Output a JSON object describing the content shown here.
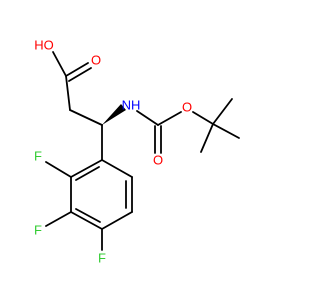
{
  "molecule": {
    "colors": {
      "bond": "#000000",
      "oxygen": "#ff0000",
      "nitrogen": "#0000ff",
      "fluorine": "#33cc33",
      "background": "#ffffff"
    },
    "atoms": {
      "acid_oh": "HO",
      "acid_carbonyl_o": "O",
      "amine_nh": "NH",
      "carbamate_ester_o": "O",
      "carbamate_carbonyl_o": "O",
      "fluorine_2": "F",
      "fluorine_3": "F",
      "fluorine_4": "F"
    }
  }
}
